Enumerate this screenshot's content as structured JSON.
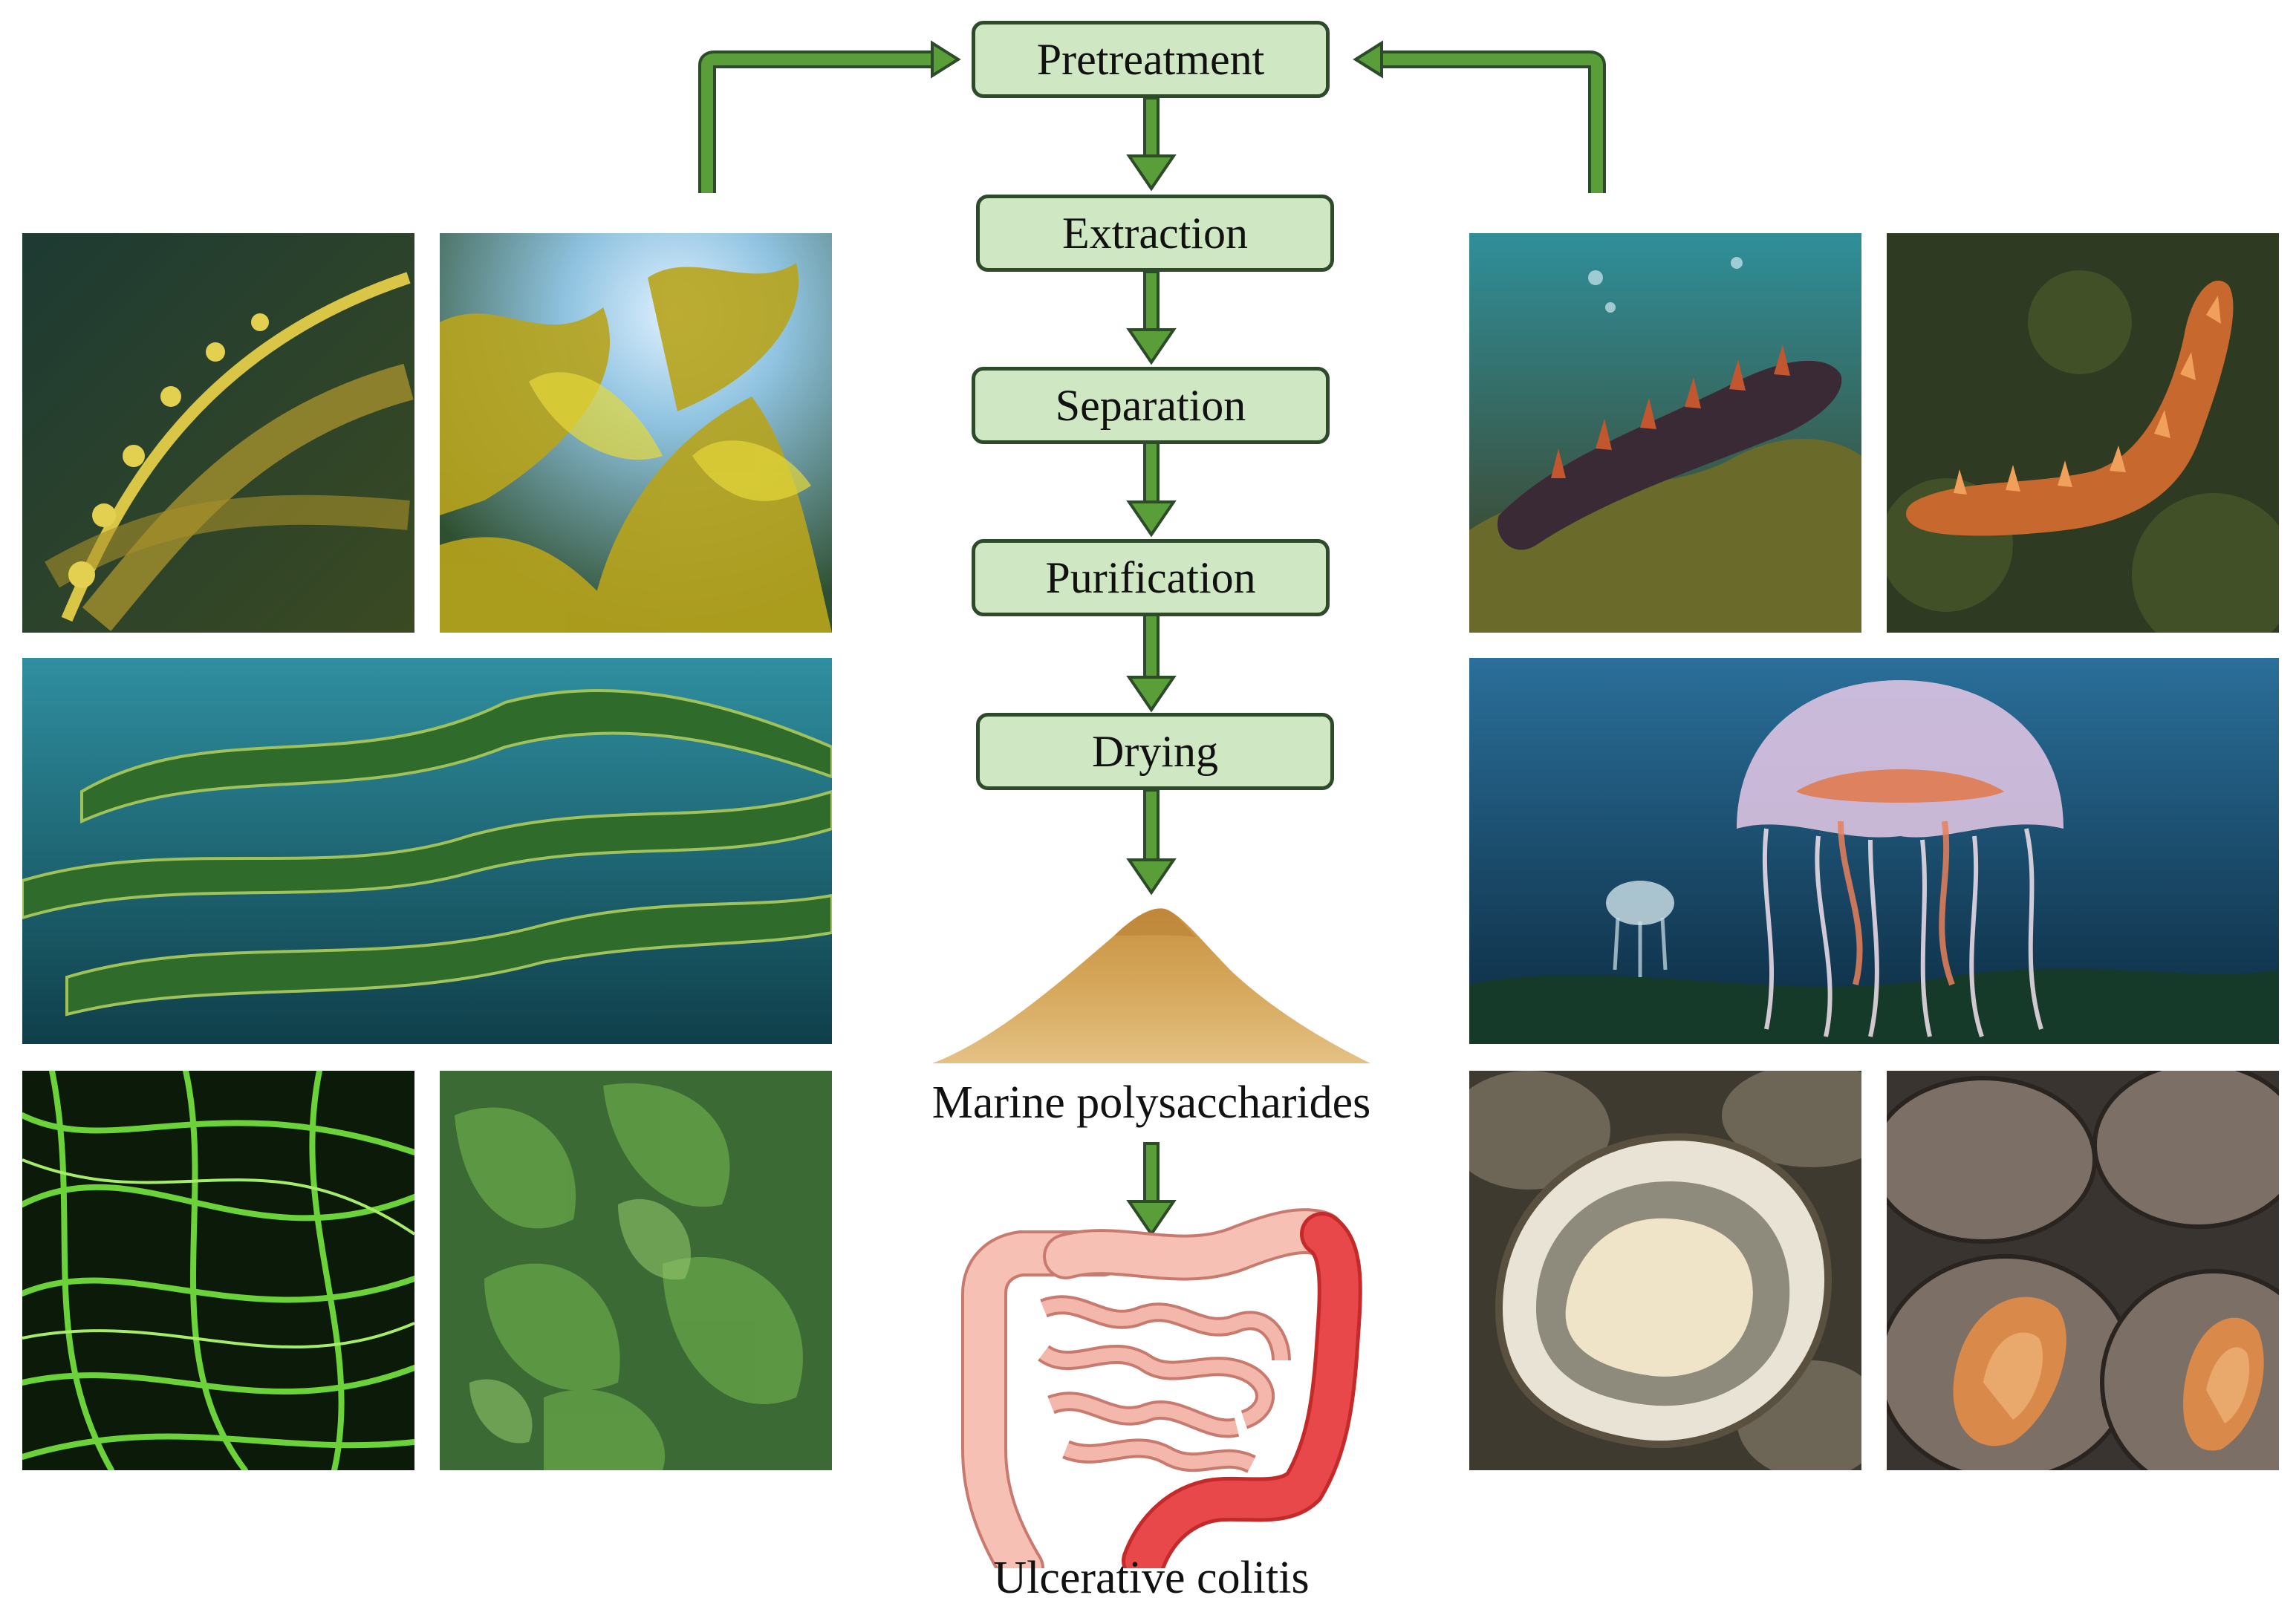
{
  "flow": {
    "steps": [
      {
        "id": "pretreatment",
        "label": "Pretreatment"
      },
      {
        "id": "extraction",
        "label": "Extraction"
      },
      {
        "id": "separation",
        "label": "Separation"
      },
      {
        "id": "purification",
        "label": "Purification"
      },
      {
        "id": "drying",
        "label": "Drying"
      }
    ],
    "product_label": "Marine polysaccharides",
    "outcome_label": "Ulcerative colitis"
  },
  "colors": {
    "box_fill": "#cfe7c3",
    "box_border": "#2d4a2a",
    "arrow_fill": "#5a9e3a",
    "arrow_outline": "#2d4a2a",
    "powder": "#d2a45a",
    "colon_outline": "#c94040"
  },
  "images": {
    "left": [
      "kelp-frond-icon",
      "kelp-forest-icon",
      "ribbon-kelp-icon",
      "green-filament-algae-icon",
      "sea-lettuce-icon"
    ],
    "right": [
      "dark-sea-cucumber-icon",
      "orange-sea-cucumber-icon",
      "jellyfish-icon",
      "oyster-icon",
      "abalone-icon"
    ]
  }
}
